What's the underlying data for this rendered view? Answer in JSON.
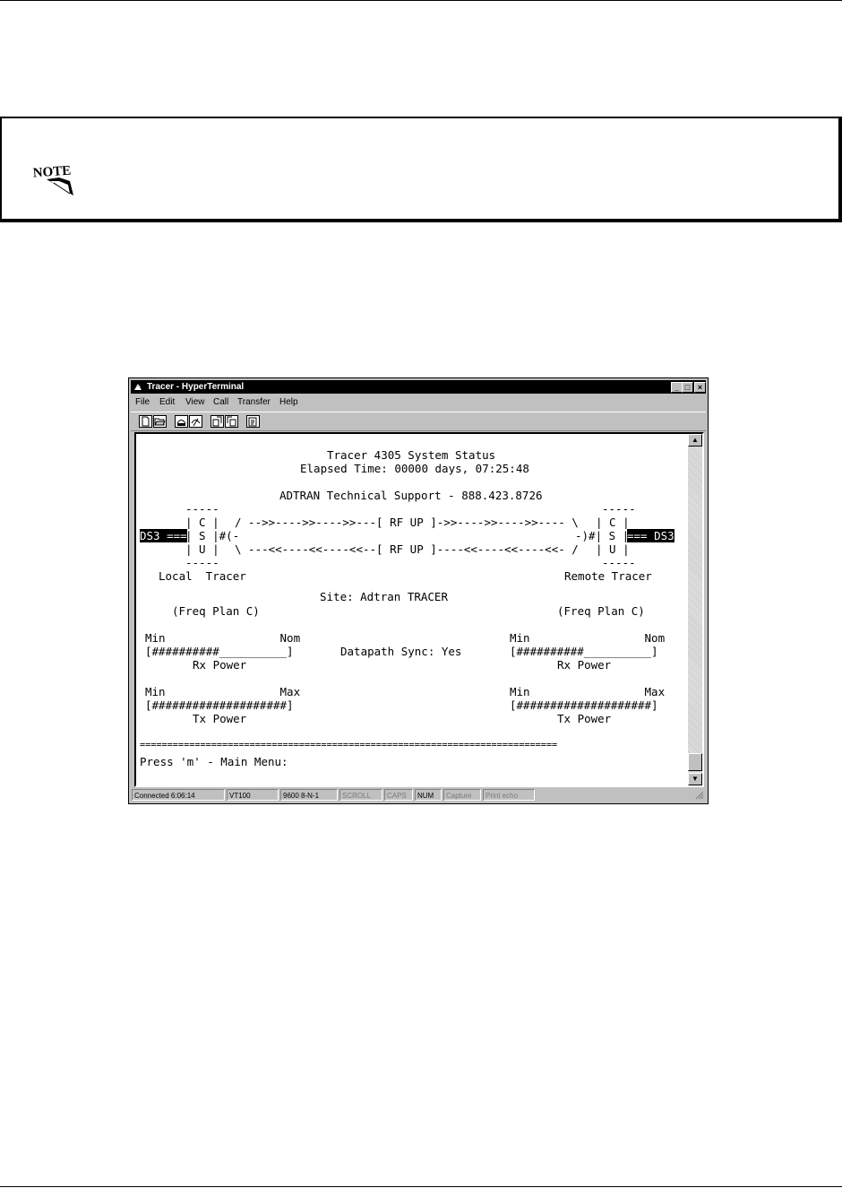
{
  "note": {
    "icon_text": "NOTE"
  },
  "window": {
    "title": "Tracer - HyperTerminal",
    "controls": {
      "minimize": "_",
      "maximize": "□",
      "close": "×"
    },
    "menu": [
      "File",
      "Edit",
      "View",
      "Call",
      "Transfer",
      "Help"
    ],
    "toolbar_icons": [
      "new-icon",
      "open-icon",
      "connect-icon",
      "disconnect-icon",
      "send-icon",
      "receive-icon",
      "properties-icon"
    ]
  },
  "terminal": {
    "title": "Tracer 4305 System Status",
    "elapsed": "Elapsed Time: 00000 days, 07:25:48",
    "support": "ADTRAN Technical Support - 888.423.8726",
    "csu_top_left": "-----",
    "csu_top_right": "-----",
    "line_top_left": "| C |",
    "link_top": "/ -->>---->>---->>---[ RF UP ]->>---->>---->>---- \\",
    "line_top_right": "| C |",
    "ds3_left": "DS3 ===",
    "line_mid_left": "| S |#(-",
    "line_mid_right": "-)#| S |",
    "ds3_right": "=== DS3",
    "line_bot_left": "| U |",
    "link_bottom": "\\ ---<<----<<----<<--[ RF UP ]----<<----<<----<<- /",
    "line_bot_right": "| U |",
    "csu_bottom_left": "-----",
    "csu_bottom_right": "-----",
    "local_label": "Local  Tracer",
    "remote_label": "Remote Tracer",
    "site": "Site: Adtran TRACER",
    "freq_left": "(Freq Plan C)",
    "freq_right": "(Freq Plan C)",
    "rx_left": {
      "minmax": "Min                 Nom",
      "bar": "[##########__________]",
      "label": "Rx Power"
    },
    "rx_right": {
      "minmax": "Min                 Nom",
      "bar": "[##########__________]",
      "label": "Rx Power"
    },
    "datapath": "Datapath Sync: Yes",
    "tx_left": {
      "minmax": "Min                 Max",
      "bar": "[####################]",
      "label": "Tx Power"
    },
    "tx_right": {
      "minmax": "Min                 Max",
      "bar": "[####################]",
      "label": "Tx Power"
    },
    "separator": "============================================================================",
    "prompt": "Press 'm' - Main Menu:"
  },
  "statusbar": [
    "Connected 6:06:14",
    "VT100",
    "9600 8-N-1",
    "SCROLL",
    "CAPS",
    "NUM",
    "Capture",
    "Print echo"
  ]
}
